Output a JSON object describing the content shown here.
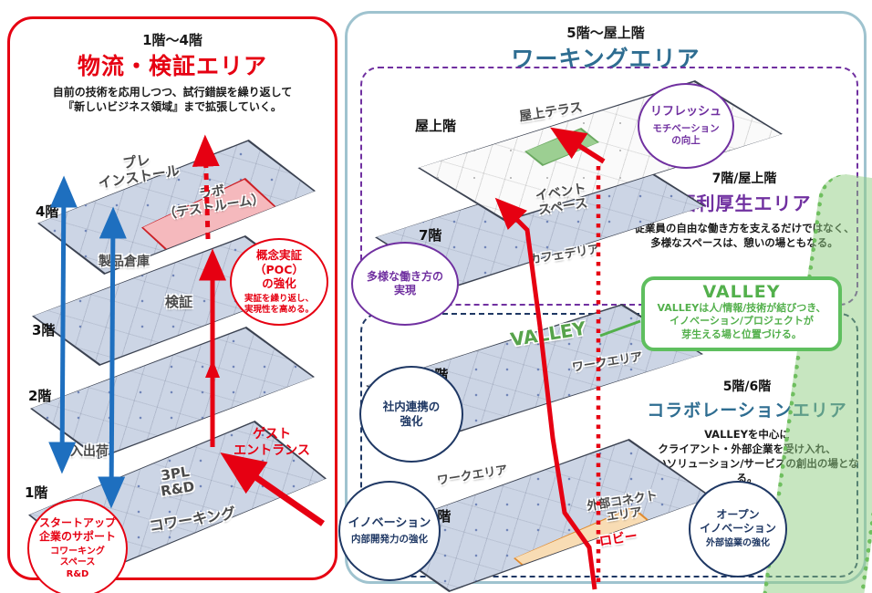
{
  "colors": {
    "red": "#e60012",
    "blue": "#1e6fbf",
    "purple": "#7030a0",
    "navy": "#1f3864",
    "green": "#5fbf5f",
    "steel_blue": "#2e6d91",
    "floor_fill": "#ccd5e5",
    "lab_fill": "#f5b9bd",
    "connect_fill": "#f8dcb4",
    "terrace_fill": "#9ccf92"
  },
  "left_panel": {
    "range": "1階〜4階",
    "title": "物流・検証エリア",
    "desc": "自前の技術を応用しつつ、試行錯誤を繰り返して\n『新しいビジネス領域』まで拡張していく。",
    "floors": {
      "f4": "4階",
      "f3": "3階",
      "f2": "2階",
      "f1": "1階"
    },
    "zones": {
      "preinstall": "プレ\nインストール",
      "lab": "ラボ\n（テストルーム）",
      "warehouse": "製品倉庫",
      "verification": "検証",
      "shipping": "入出荷",
      "threepl": "3PL\nR&D",
      "coworking": "コワーキング"
    },
    "poc_circle": {
      "title": "概念実証\n（POC）\nの強化",
      "sub": "実証を繰り返し、\n実現性を高める。"
    },
    "guest_entrance": "ゲスト\nエントランス",
    "startup_circle": {
      "title": "スタートアップ\n企業のサポート",
      "sub": "コワーキング\nスペース\nR&D"
    }
  },
  "right_panel": {
    "range": "5階〜屋上階",
    "title": "ワーキングエリア",
    "welfare": {
      "roof_label": "屋上階",
      "roof_terrace": "屋上テラス",
      "f7": "7階",
      "event_space": "イベント\nスペース",
      "cafeteria": "カフェテリア",
      "refresh_circle": {
        "title": "リフレッシュ",
        "sub": "モチベーション\nの向上"
      },
      "heading_floors": "7階/屋上階",
      "heading": "福利厚生エリア",
      "desc": "従業員の自由な働き方を支えるだけではなく、\n多様なスペースは、憩いの場ともなる。",
      "diverse_circle": "多様な働き方の\n実現"
    },
    "valley_box": {
      "title": "VALLEY",
      "desc": "VALLEYは人/情報/技術が結びつき、\nイノベーション/プロジェクトが\n芽生える場と位置づける。"
    },
    "collab": {
      "f6": "6階",
      "valley_label": "VALLEY",
      "work_area_6f": "ワークエリア",
      "internal_circle": "社内連携の\n強化",
      "heading_floors": "5階/6階",
      "heading": "コラボレーションエリア",
      "desc": "VALLEYを中心に\nクライアント・外部企業を受け入れ、\n新しいソリューション/サービスの創出の場となる。",
      "f5": "5階",
      "work_area_5f": "ワークエリア",
      "innovation_circle": {
        "title": "イノベーション",
        "sub": "内部開発力の強化"
      },
      "connect_area": "外部コネクト\nエリア",
      "lobby": "ロビー",
      "open_circle": {
        "title": "オープン\nイノベーション",
        "sub": "外部協業の強化"
      }
    }
  }
}
